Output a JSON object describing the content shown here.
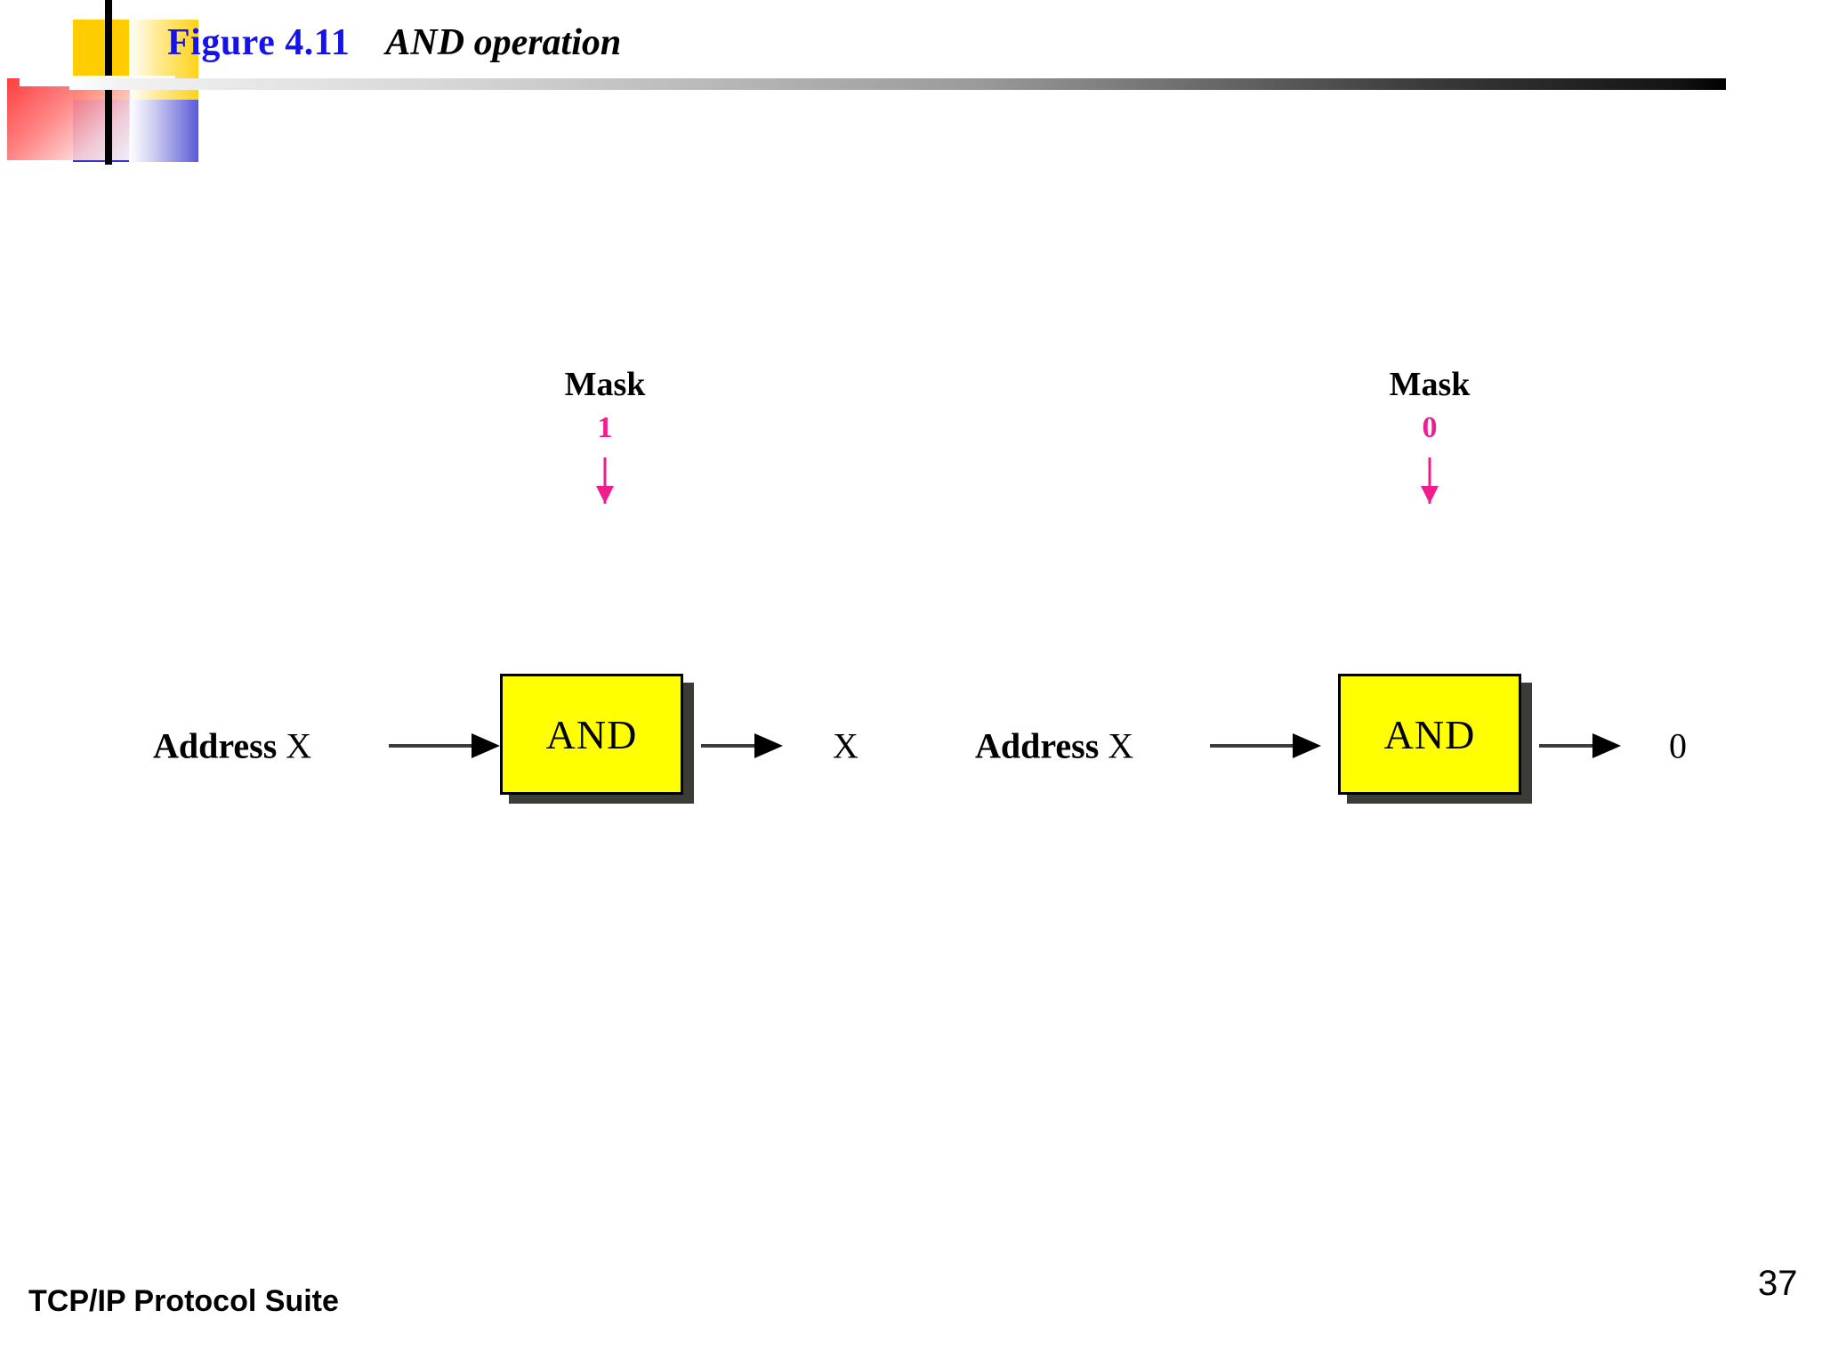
{
  "slide": {
    "title": {
      "figure_number": "Figure 4.11",
      "caption": "AND operation",
      "figure_color": "#1414E6",
      "caption_color": "#000000"
    },
    "footer": {
      "book_title": "TCP/IP Protocol Suite",
      "page_number": "37"
    }
  },
  "colors": {
    "mask_pink": "#EE1E8E",
    "and_box_fill": "#FFFF00",
    "and_box_border": "#000000",
    "and_box_shadow": "#3B3B38",
    "arrow_black": "#000000",
    "deco_yellow": "#FFCC00",
    "deco_blue": "#3333CC",
    "deco_red": "#FF2D2D"
  },
  "diagrams": [
    {
      "id": "left",
      "mask_label": "Mask",
      "mask_value": "1",
      "input_word": "Address",
      "input_variable": "X",
      "operation": "AND",
      "result": "X"
    },
    {
      "id": "right",
      "mask_label": "Mask",
      "mask_value": "0",
      "input_word": "Address",
      "input_variable": "X",
      "operation": "AND",
      "result": "0"
    }
  ]
}
